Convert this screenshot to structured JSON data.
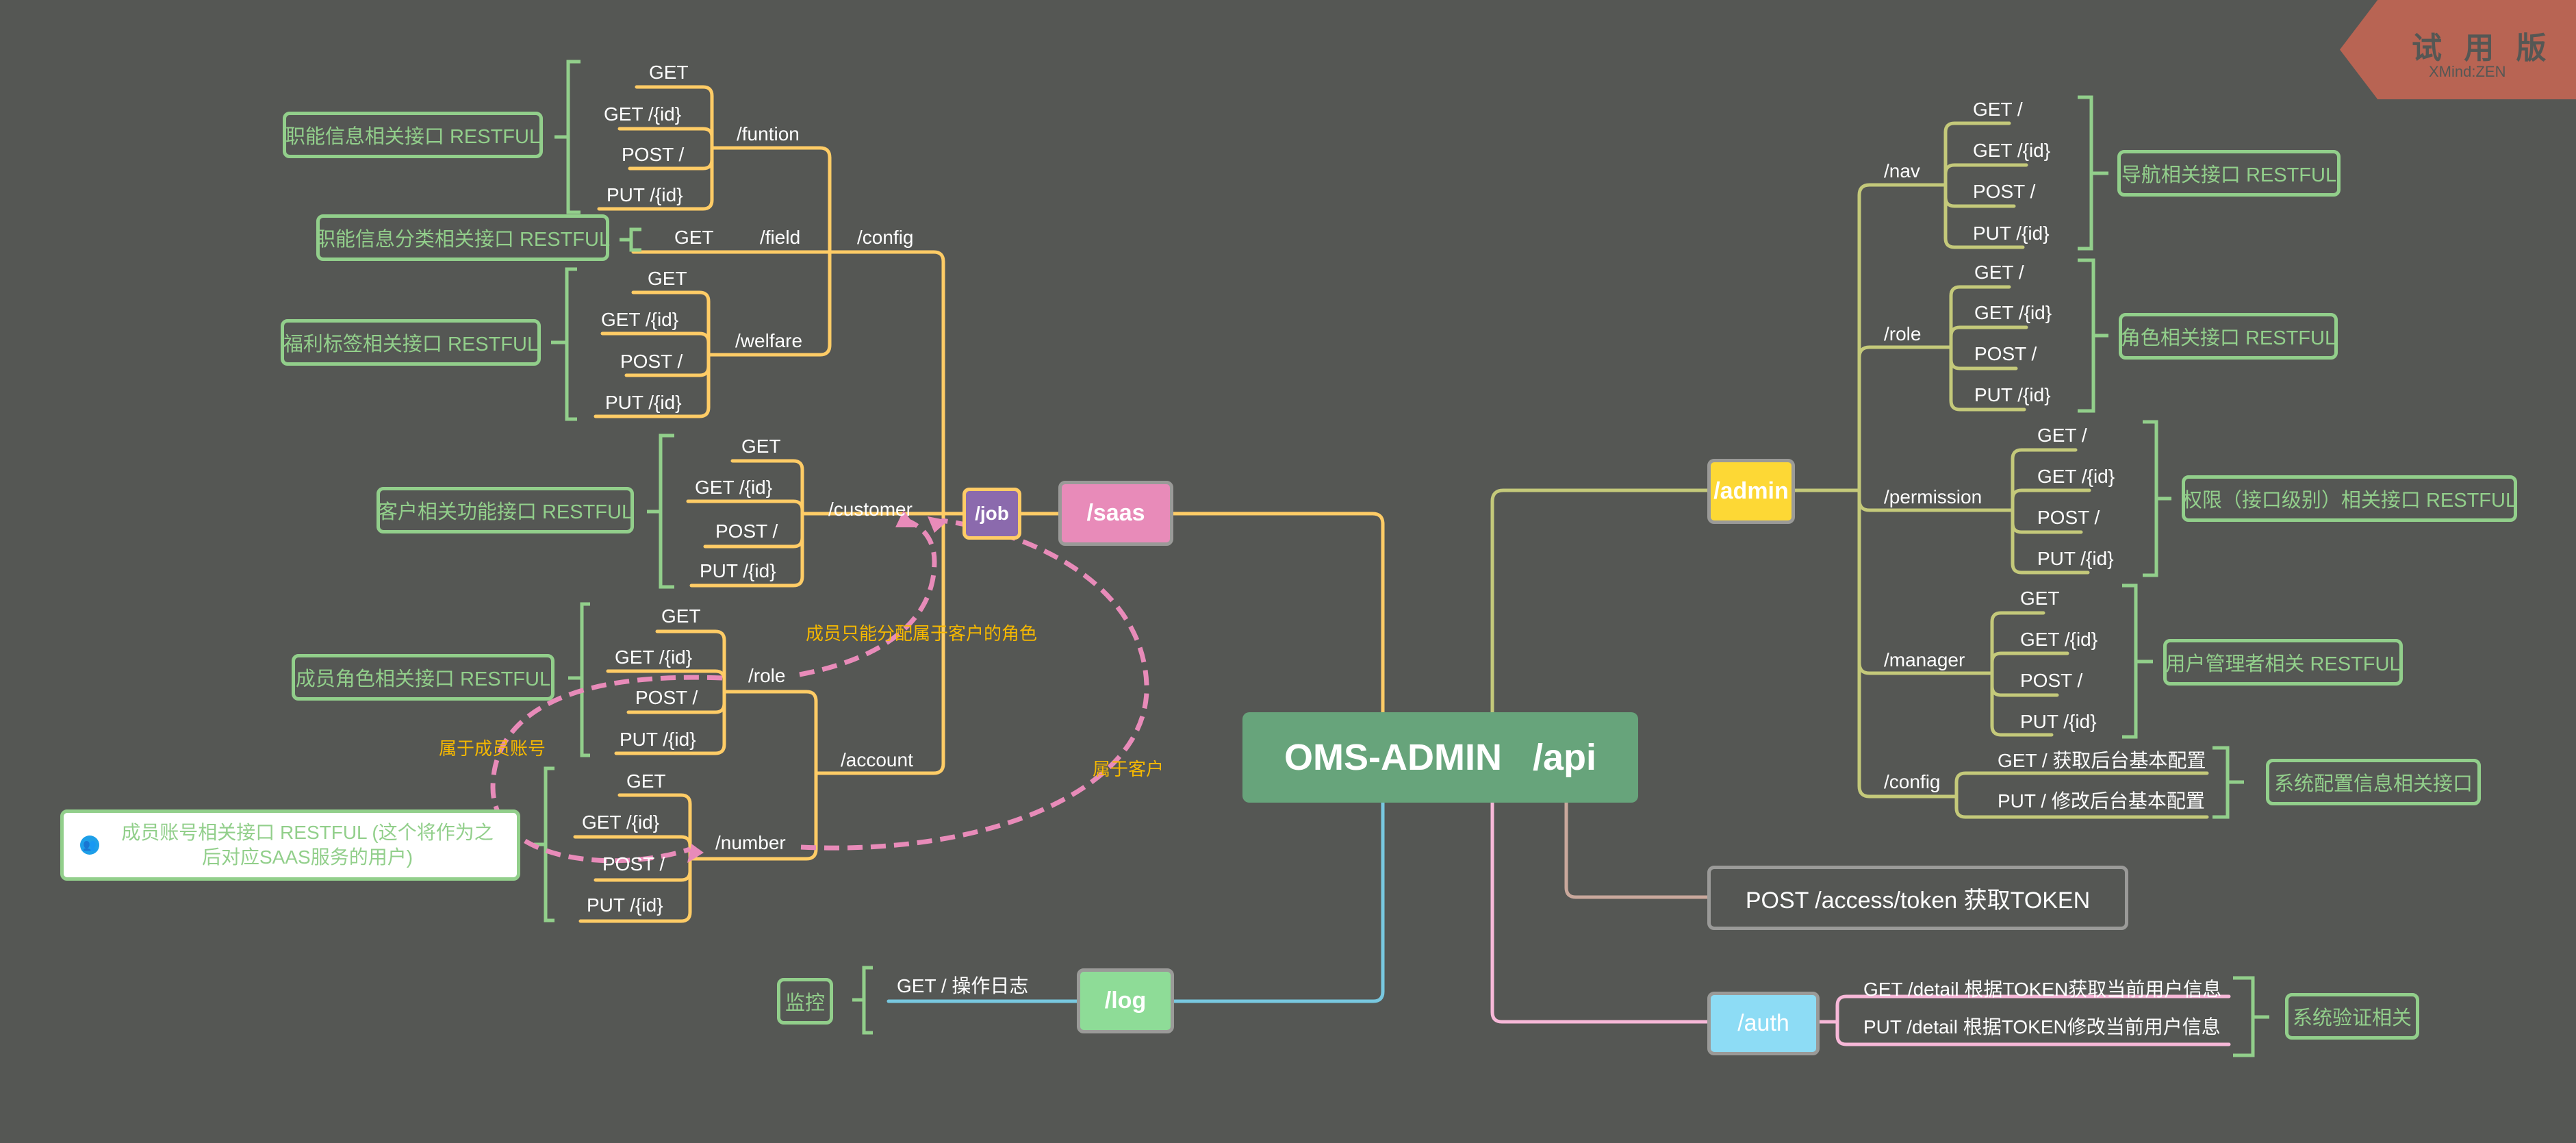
{
  "watermark": {
    "title": "试 用 版",
    "subtitle": "XMind:ZEN"
  },
  "root": {
    "label": "OMS-ADMIN   /api",
    "color": "#67a47b"
  },
  "branches": {
    "saas": {
      "label": "/saas",
      "color": "#e88bb9"
    },
    "job": {
      "label": "/job",
      "color": "#8b6aad"
    },
    "log": {
      "label": "/log",
      "color": "#8edc97"
    },
    "admin": {
      "label": "/admin",
      "color": "#fdd835"
    },
    "token": {
      "label": "POST /access/token  获取TOKEN"
    },
    "auth": {
      "label": "/auth",
      "color": "#8ddcf5"
    }
  },
  "job": {
    "config": "/config",
    "funtion": {
      "label": "/funtion",
      "methods": [
        "GET",
        "GET  /{id}",
        "POST /",
        "PUT /{id}"
      ],
      "summary": "职能信息相关接口 RESTFUL"
    },
    "field": {
      "label": "/field",
      "methods": [
        "GET"
      ],
      "summary": "职能信息分类相关接口 RESTFUL"
    },
    "welfare": {
      "label": "/welfare",
      "methods": [
        "GET",
        "GET  /{id}",
        "POST /",
        "PUT /{id}"
      ],
      "summary": "福利标签相关接口 RESTFUL"
    },
    "customer": {
      "label": "/customer",
      "methods": [
        "GET",
        "GET  /{id}",
        "POST /",
        "PUT /{id}"
      ],
      "summary": "客户相关功能接口 RESTFUL"
    },
    "account": "/account",
    "role": {
      "label": "/role",
      "methods": [
        "GET",
        "GET  /{id}",
        "POST /",
        "PUT /{id}"
      ],
      "summary": "成员角色相关接口 RESTFUL"
    },
    "number": {
      "label": "/number",
      "methods": [
        "GET",
        "GET  /{id}",
        "POST /",
        "PUT /{id}"
      ],
      "summary": "成员账号相关接口 RESTFUL  (这个将作为之后对应SAAS服务的用户)"
    }
  },
  "relations": {
    "role_to_customer": "成员只能分配属于客户的角色",
    "role_to_number": "属于成员账号",
    "number_to_customer": "属于客户"
  },
  "log": {
    "methods": [
      "GET /  操作日志"
    ],
    "summary": "监控"
  },
  "admin": {
    "nav": {
      "label": "/nav",
      "methods": [
        "GET /",
        "GET  /{id}",
        "POST /",
        "PUT /{id}"
      ],
      "summary": "导航相关接口  RESTFUL"
    },
    "role": {
      "label": "/role",
      "methods": [
        "GET /",
        "GET  /{id}",
        "POST /",
        "PUT /{id}"
      ],
      "summary": "角色相关接口 RESTFUL"
    },
    "permission": {
      "label": "/permission",
      "methods": [
        "GET /",
        "GET  /{id}",
        "POST /",
        "PUT /{id}"
      ],
      "summary": "权限（接口级别）相关接口 RESTFUL"
    },
    "manager": {
      "label": "/manager",
      "methods": [
        "GET",
        "GET  /{id}",
        "POST /",
        "PUT /{id}"
      ],
      "summary": "用户管理者相关 RESTFUL"
    },
    "config": {
      "label": "/config",
      "methods": [
        "GET /  获取后台基本配置",
        "PUT /  修改后台基本配置"
      ],
      "summary": "系统配置信息相关接口"
    }
  },
  "auth": {
    "methods": [
      "GET /detail  根据TOKEN获取当前用户信息",
      "PUT /detail  根据TOKEN修改当前用户信息"
    ],
    "summary": "系统验证相关"
  }
}
